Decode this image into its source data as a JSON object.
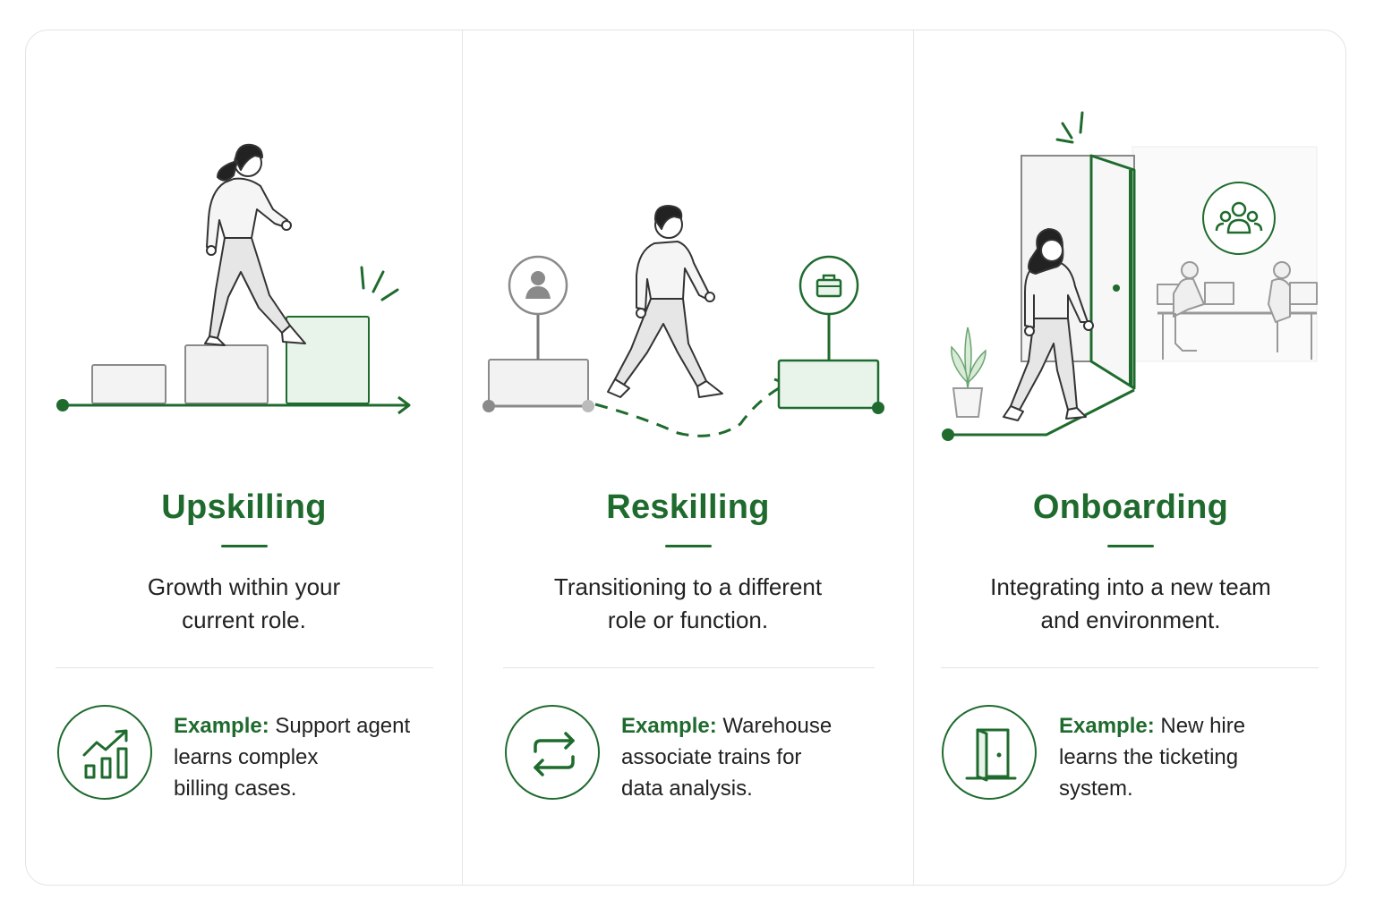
{
  "columns": [
    {
      "title": "Upskilling",
      "desc_lines": [
        "Growth within your",
        "current role."
      ],
      "example_label": "Example:",
      "example_lines": [
        " Support agent",
        "learns complex",
        "billing cases."
      ],
      "icon": "growth-chart-icon"
    },
    {
      "title": "Reskilling",
      "desc_lines": [
        "Transitioning to a different",
        "role or function."
      ],
      "example_label": "Example:",
      "example_lines": [
        " Warehouse",
        "associate trains for",
        "data analysis."
      ],
      "icon": "swap-arrows-icon"
    },
    {
      "title": "Onboarding",
      "desc_lines": [
        "Integrating into a new team",
        "and environment."
      ],
      "example_label": "Example:",
      "example_lines": [
        " New hire",
        "learns the ticketing",
        "system."
      ],
      "icon": "door-icon"
    }
  ],
  "colors": {
    "accent": "#1f6b2e",
    "accent_light": "#e8f3ea",
    "gray": "#8a8a8a"
  }
}
